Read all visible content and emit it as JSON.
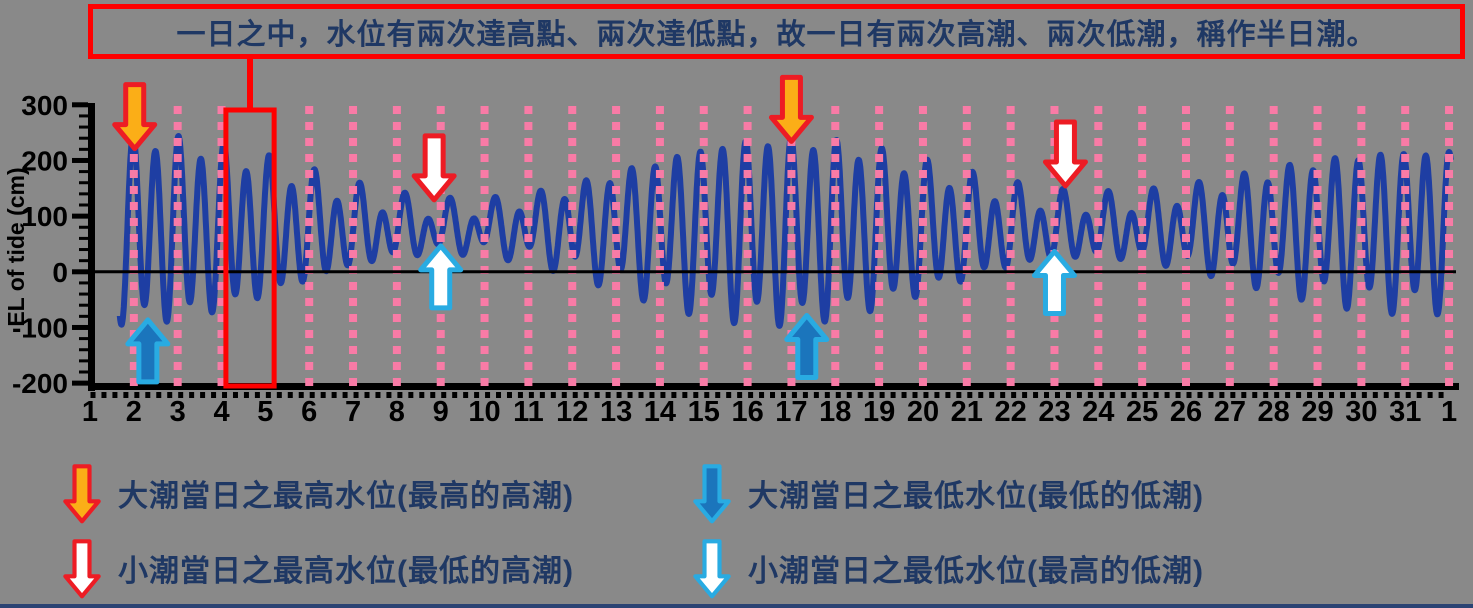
{
  "page": {
    "background_color": "#898989",
    "accent_red": "#FF0000",
    "text_navy": "#1F3864"
  },
  "callout": {
    "text": "一日之中，水位有兩次達高點、兩次達低點，故一日有兩次高潮、兩次低潮，稱作半日潮。",
    "border_color": "#FF0000",
    "text_color": "#1F3864"
  },
  "chart_data": {
    "type": "line",
    "title": "",
    "xlabel": "",
    "ylabel": "EL of tide (cm)",
    "ylim": [
      -200,
      300
    ],
    "y_ticks": [
      300,
      200,
      100,
      0,
      -100,
      -200
    ],
    "y_minor_step_cm": 20,
    "x_range_days": [
      1,
      32
    ],
    "x_tick_labels": [
      "1",
      "2",
      "3",
      "4",
      "5",
      "6",
      "7",
      "8",
      "9",
      "10",
      "11",
      "12",
      "13",
      "14",
      "15",
      "16",
      "17",
      "18",
      "19",
      "20",
      "21",
      "22",
      "23",
      "24",
      "25",
      "26",
      "27",
      "28",
      "29",
      "30",
      "31",
      "1"
    ],
    "grid": "vertical-day-lines",
    "legend_position": "below",
    "series": [
      {
        "name": "tide-level",
        "color": "#1E3EA3",
        "model": {
          "mean_cm": 78,
          "semidiurnal_period_days": 0.5175,
          "semidiurnal_phase_day": 1.85,
          "amplitude_mean_cm": 95,
          "amplitude_spring_extra_cm": 60,
          "late_month_decay_cm_per_day": 1.5,
          "spring_neap_period_days": 14.8,
          "spring_peak_day": 2,
          "diurnal_amplitude_cm": 22,
          "diurnal_period_days": 1.0027,
          "diurnal_phase_rad": 0.8,
          "t_start_day": 1.68,
          "t_end_day": 32.05
        }
      }
    ],
    "envelope": {
      "spring_high_cm": 240,
      "spring_low_cm": -110,
      "neap_high_cm": 140,
      "neap_low_cm": 20,
      "spring_days": [
        2,
        17
      ],
      "neap_days": [
        9,
        23
      ]
    },
    "zero_line_cm": 0,
    "day_gridlines": {
      "color": "#F87BA6",
      "days": [
        2,
        3,
        4,
        6,
        7,
        8,
        9,
        10,
        11,
        12,
        13,
        14,
        15,
        16,
        17,
        18,
        19,
        20,
        21,
        22,
        23,
        24,
        25,
        26,
        27,
        28,
        29,
        30,
        31,
        32
      ]
    },
    "highlight_box": {
      "from_day": 4.1,
      "to_day": 5.2,
      "color": "#FF0000"
    },
    "annotations": [
      {
        "kind": "spring-high",
        "direction": "down",
        "day": 2.02,
        "value_cm": 232
      },
      {
        "kind": "spring-low",
        "direction": "up",
        "day": 2.32,
        "value_cm": -108
      },
      {
        "kind": "neap-high",
        "direction": "down",
        "day": 8.85,
        "value_cm": 140
      },
      {
        "kind": "neap-low",
        "direction": "up",
        "day": 9.0,
        "value_cm": 25
      },
      {
        "kind": "spring-high",
        "direction": "down",
        "day": 17.0,
        "value_cm": 245
      },
      {
        "kind": "spring-low",
        "direction": "up",
        "day": 17.35,
        "value_cm": -100
      },
      {
        "kind": "neap-high",
        "direction": "down",
        "day": 23.25,
        "value_cm": 165
      },
      {
        "kind": "neap-low",
        "direction": "up",
        "day": 23.0,
        "value_cm": 15
      }
    ]
  },
  "arrow_styles": {
    "spring-high": {
      "fill": "#FBAE17",
      "stroke": "#ED1C24"
    },
    "spring-low": {
      "fill": "#1B75BC",
      "stroke": "#29ABE2"
    },
    "neap-high": {
      "fill": "#FFFFFF",
      "stroke": "#ED1C24"
    },
    "neap-low": {
      "fill": "#FFFFFF",
      "stroke": "#29ABE2"
    }
  },
  "legend": {
    "items": [
      {
        "kind": "spring-high",
        "label": "大潮當日之最高水位(最高的高潮)"
      },
      {
        "kind": "spring-low",
        "label": "大潮當日之最低水位(最低的低潮)"
      },
      {
        "kind": "neap-high",
        "label": "小潮當日之最高水位(最低的高潮)"
      },
      {
        "kind": "neap-low",
        "label": "小潮當日之最低水位(最高的低潮)"
      }
    ]
  }
}
